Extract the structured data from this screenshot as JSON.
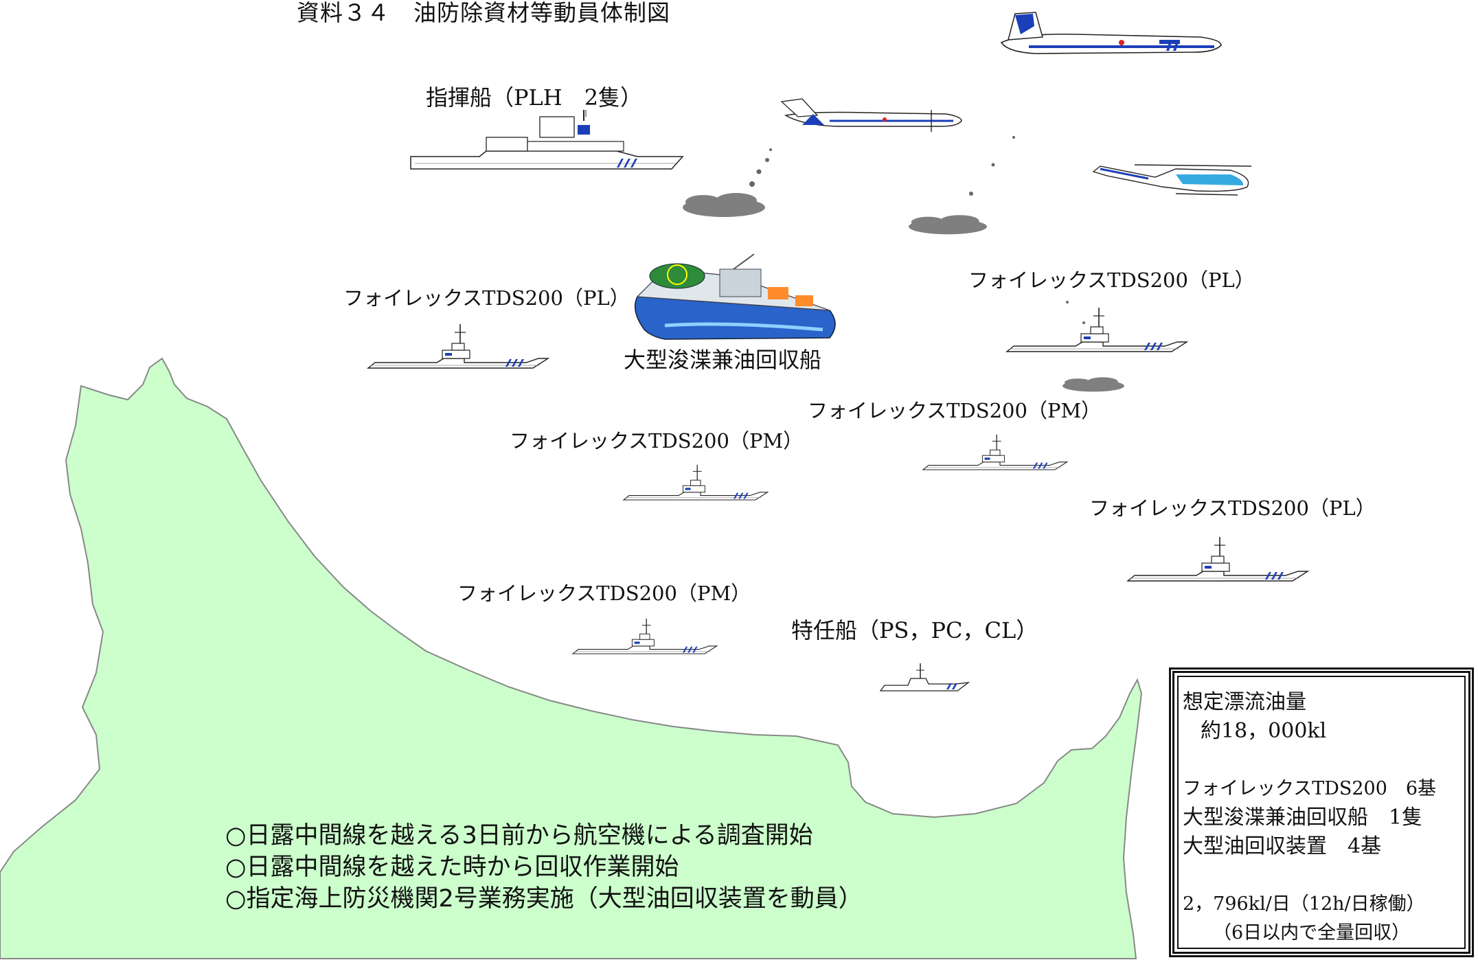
{
  "title": "資料３４　油防除資材等動員体制図",
  "colors": {
    "land": "#ccffcc",
    "land_stroke": "#888888",
    "ship_hull": "#ffffff",
    "jcg_blue": "#1b3fb8",
    "cloud": "#7f7f7f"
  },
  "vessels": {
    "command_ship": "指揮船（PLH　2隻）",
    "dredger": "大型浚渫兼油回収船",
    "special_ships": "特任船（PS，PC，CL）",
    "foilex_pl_left": "フォイレックスTDS200（PL）",
    "foilex_pl_right": "フォイレックスTDS200（PL）",
    "foilex_pl_lower_right": "フォイレックスTDS200（PL）",
    "foilex_pm_center": "フォイレックスTDS200（PM）",
    "foilex_pm_right": "フォイレックスTDS200（PM）",
    "foilex_pm_lower": "フォイレックスTDS200（PM）"
  },
  "notes": [
    "○日露中間線を越える3日前から航空機による調査開始",
    "○日露中間線を越えた時から回収作業開始",
    "○指定海上防災機関2号業務実施（大型油回収装置を動員）"
  ],
  "summary": {
    "heading": "想定漂流油量",
    "volume": "約18，000kl",
    "item1": "フォイレックスTDS200　6基",
    "item2": "大型浚渫兼油回収船　1隻",
    "item3": "大型油回収装置　4基",
    "capacity": "2，796kl/日（12h/日稼働）",
    "duration": "（6日以内で全量回収）"
  },
  "icons": {
    "airplane_large": "turboprop-airplane-icon",
    "airplane_small": "jet-airplane-icon",
    "helicopter": "helicopter-icon",
    "ship": "patrol-ship-icon",
    "dredger": "dredger-ship-icon",
    "oil": "oil-slick-icon"
  }
}
